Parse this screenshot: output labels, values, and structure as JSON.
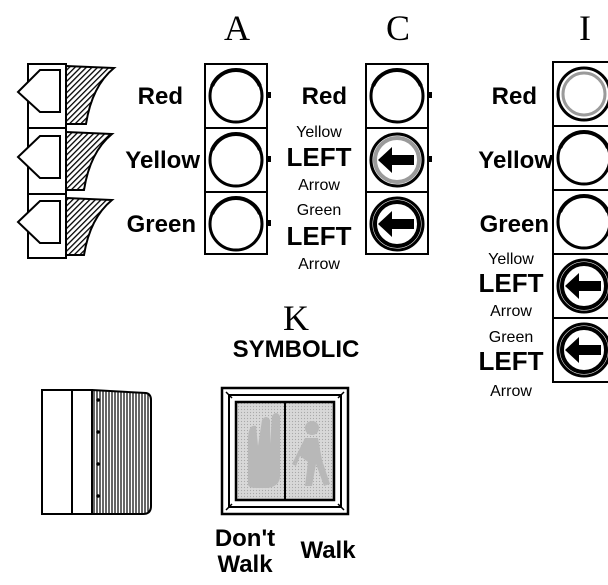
{
  "headings": {
    "a": "A",
    "c": "C",
    "i": "I",
    "k": "K",
    "k_sub": "SYMBOLIC"
  },
  "section_a": {
    "labels": [
      "Red",
      "Yellow",
      "Green"
    ]
  },
  "section_c": {
    "red": "Red",
    "yellow_top": "Yellow",
    "yellow_mid": "LEFT",
    "yellow_bot": "Arrow",
    "green_top": "Green",
    "green_mid": "LEFT",
    "green_bot": "Arrow"
  },
  "section_i": {
    "red": "Red",
    "yellow": "Yellow",
    "green": "Green",
    "yellow_arrow_top": "Yellow",
    "yellow_arrow_mid": "LEFT",
    "yellow_arrow_bot": "Arrow",
    "green_arrow_top": "Green",
    "green_arrow_mid": "LEFT",
    "green_arrow_bot": "Arrow"
  },
  "section_k": {
    "dont_walk_line1": "Don't",
    "dont_walk_line2": "Walk",
    "walk": "Walk"
  }
}
